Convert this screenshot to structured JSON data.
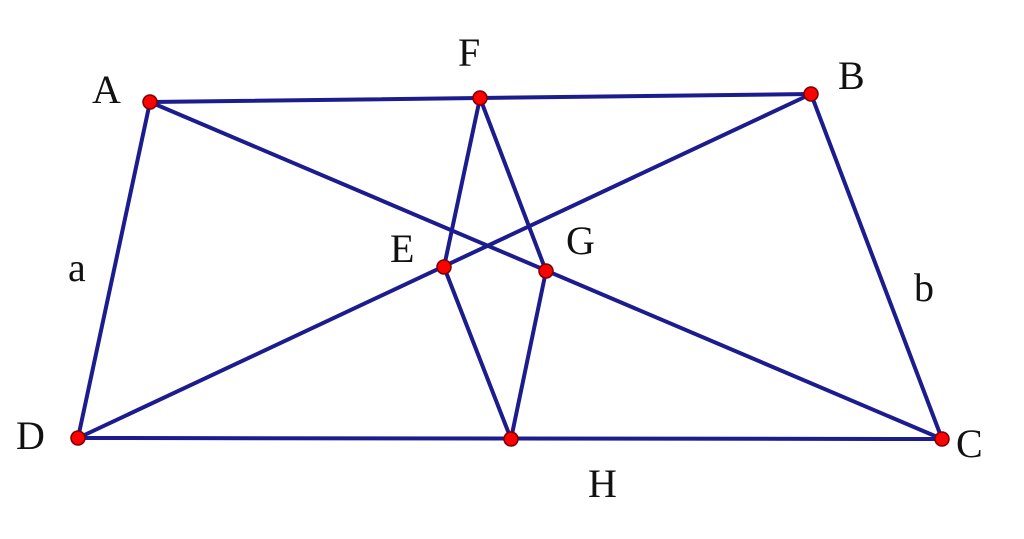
{
  "diagram": {
    "points": {
      "A": "A",
      "B": "B",
      "C": "C",
      "D": "D",
      "E": "E",
      "F": "F",
      "G": "G",
      "H": "H"
    },
    "sides": {
      "a": "a",
      "b": "b"
    },
    "colors": {
      "line": "#1c1c8f",
      "point": "#ff0000"
    }
  }
}
